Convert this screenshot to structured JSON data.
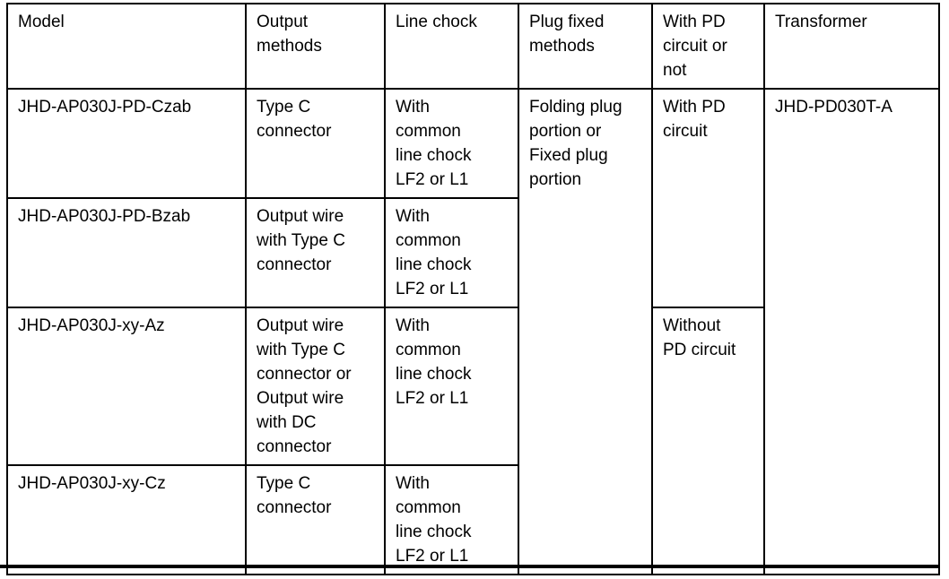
{
  "page": {
    "background_color": "#ffffff",
    "border_color": "#000000",
    "text_color": "#000000"
  },
  "table": {
    "headers": [
      "Model",
      "Output\nmethods",
      "Line chock",
      "Plug fixed\nmethods",
      "With PD\ncircuit or\nnot",
      "Transformer"
    ],
    "rows": [
      {
        "model": "JHD-AP030J-PD-Czab",
        "output_methods": "Type C\nconnector",
        "line_chock": "With\ncommon\nline chock\nLF2 or L1"
      },
      {
        "model": "JHD-AP030J-PD-Bzab",
        "output_methods": "Output wire\nwith Type C\nconnector",
        "line_chock": "With\ncommon\nline chock\nLF2 or L1"
      },
      {
        "model": "JHD-AP030J-xy-Az",
        "output_methods": "Output wire\nwith Type C\nconnector or\nOutput wire\nwith DC\nconnector",
        "line_chock": "With\ncommon\nline chock\nLF2 or L1"
      },
      {
        "model": "JHD-AP030J-xy-Cz",
        "output_methods": "Type C\nconnector",
        "line_chock": "With\ncommon\nline chock\nLF2 or L1"
      }
    ],
    "merged_cells": {
      "plug_fixed_methods": "Folding plug\nportion or\nFixed plug\nportion",
      "pd_circuit_with": "With PD\ncircuit",
      "pd_circuit_without": "Without\nPD circuit",
      "transformer": "JHD-PD030T-A"
    }
  }
}
